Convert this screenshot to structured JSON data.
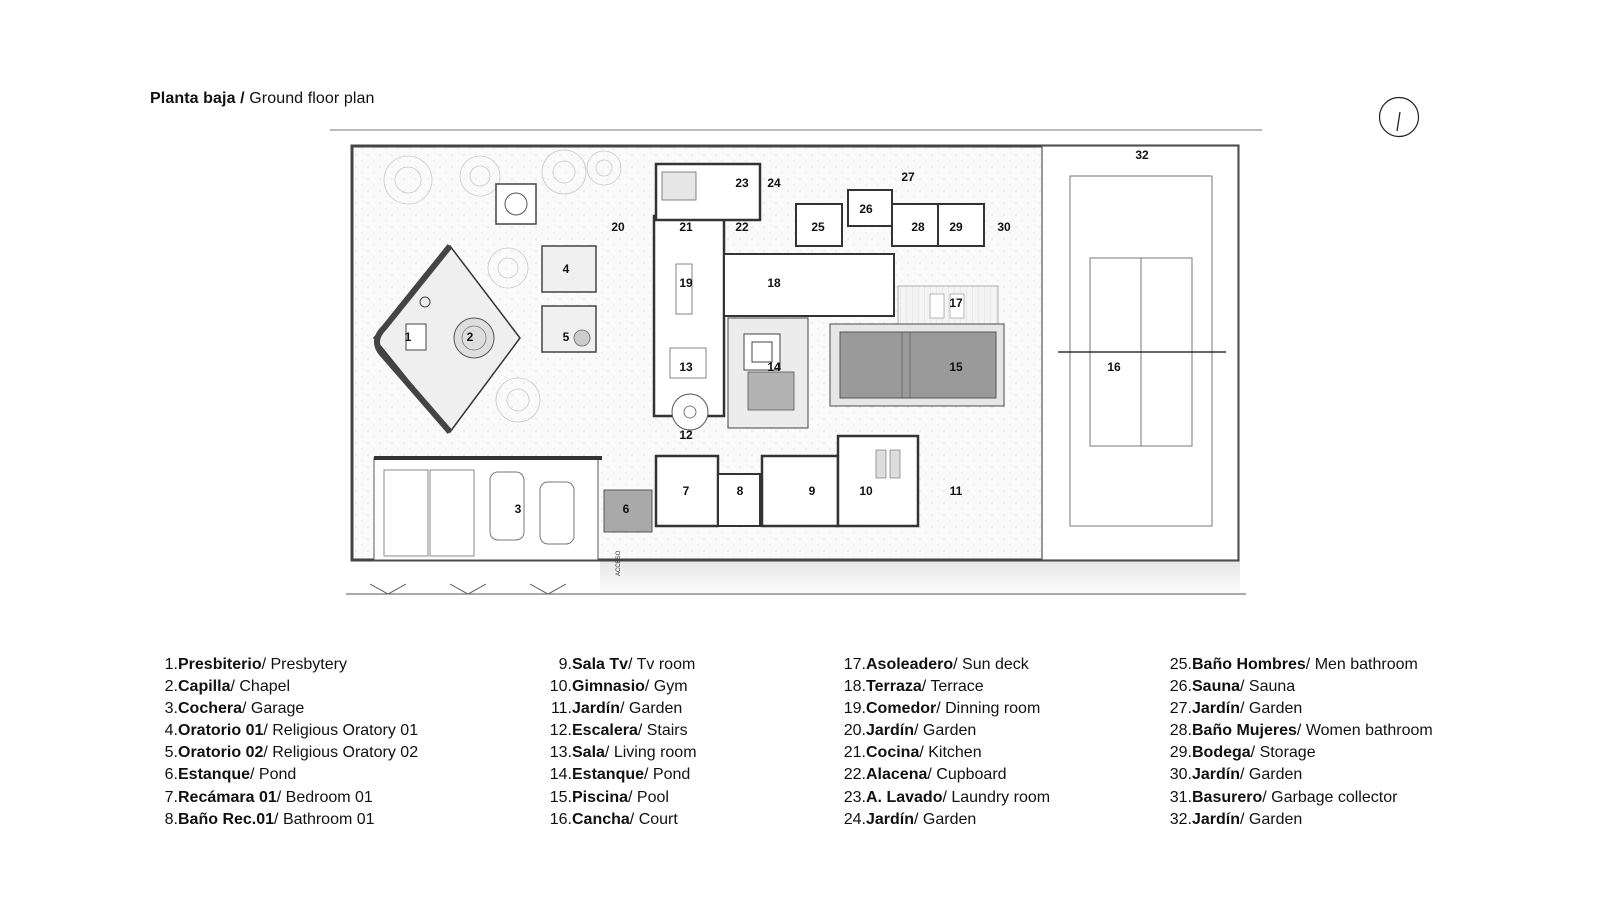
{
  "title": {
    "bold": "Planta baja /",
    "regular": "Ground floor plan"
  },
  "plan": {
    "access_label": "ACCESO",
    "rooms": [
      "1",
      "2",
      "3",
      "4",
      "5",
      "6",
      "7",
      "8",
      "9",
      "10",
      "11",
      "12",
      "13",
      "14",
      "15",
      "16",
      "17",
      "18",
      "19",
      "20",
      "21",
      "22",
      "23",
      "24",
      "25",
      "26",
      "27",
      "28",
      "29",
      "30",
      "32"
    ]
  },
  "legend": [
    [
      {
        "num": "1.",
        "es": "Presbiterio",
        "en": " / Presbytery"
      },
      {
        "num": "2.",
        "es": "Capilla",
        "en": "/ Chapel"
      },
      {
        "num": "3.",
        "es": "Cochera",
        "en": " / Garage"
      },
      {
        "num": "4.",
        "es": "Oratorio 01",
        "en": " / Religious Oratory 01"
      },
      {
        "num": "5.",
        "es": "Oratorio 02",
        "en": " / Religious Oratory 02"
      },
      {
        "num": "6.",
        "es": "Estanque",
        "en": " / Pond"
      },
      {
        "num": "7.",
        "es": "Recámara 01",
        "en": " / Bedroom 01"
      },
      {
        "num": "8.",
        "es": "Baño Rec.01",
        "en": " / Bathroom 01"
      }
    ],
    [
      {
        "num": "9.",
        "es": "Sala Tv",
        "en": " / Tv room"
      },
      {
        "num": "10.",
        "es": "Gimnasio",
        "en": " / Gym"
      },
      {
        "num": "11.",
        "es": "Jardín",
        "en": " / Garden"
      },
      {
        "num": "12.",
        "es": "Escalera",
        "en": " / Stairs"
      },
      {
        "num": "13.",
        "es": "Sala",
        "en": " / Living room"
      },
      {
        "num": "14.",
        "es": "Estanque",
        "en": " / Pond"
      },
      {
        "num": "15.",
        "es": "Piscina",
        "en": " / Pool"
      },
      {
        "num": "16.",
        "es": "Cancha",
        "en": " / Court"
      }
    ],
    [
      {
        "num": "17.",
        "es": "Asoleadero",
        "en": " / Sun deck"
      },
      {
        "num": "18.",
        "es": "Terraza",
        "en": " / Terrace"
      },
      {
        "num": "19.",
        "es": "Comedor",
        "en": " / Dinning room"
      },
      {
        "num": "20.",
        "es": "Jardín",
        "en": " / Garden"
      },
      {
        "num": "21.",
        "es": "Cocina",
        "en": " / Kitchen"
      },
      {
        "num": "22.",
        "es": "Alacena",
        "en": " / Cupboard"
      },
      {
        "num": "23.",
        "es": "A. Lavado",
        "en": " / Laundry room"
      },
      {
        "num": "24.",
        "es": "Jardín",
        "en": " / Garden"
      }
    ],
    [
      {
        "num": "25.",
        "es": "Baño Hombres",
        "en": " / Men bathroom"
      },
      {
        "num": "26.",
        "es": "Sauna",
        "en": " / Sauna"
      },
      {
        "num": "27.",
        "es": "Jardín",
        "en": " / Garden"
      },
      {
        "num": "28.",
        "es": "Baño Mujeres",
        "en": " / Women bathroom"
      },
      {
        "num": "29.",
        "es": "Bodega",
        "en": " / Storage"
      },
      {
        "num": "30.",
        "es": "Jardín",
        "en": " / Garden"
      },
      {
        "num": "31.",
        "es": "Basurero",
        "en": " / Garbage collector"
      },
      {
        "num": "32.",
        "es": "Jardín",
        "en": " / Garden"
      }
    ]
  ]
}
